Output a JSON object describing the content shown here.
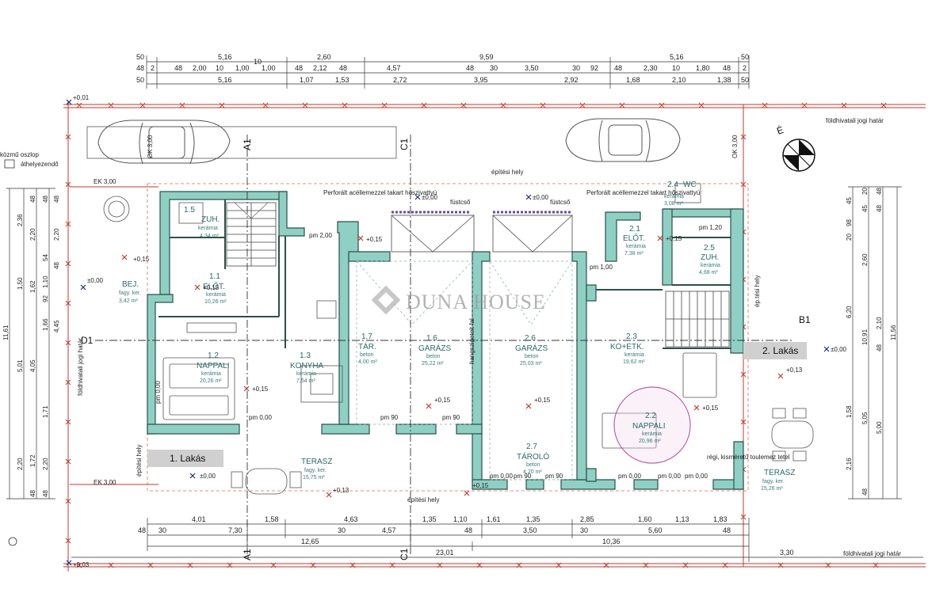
{
  "dims_top": {
    "row1": [
      "50",
      "5,16",
      "2,60",
      "9,59",
      "5,16",
      "50"
    ],
    "row2": [
      "48",
      "2",
      "48",
      "2,00",
      "10",
      "1,00",
      "10",
      "1,00",
      "48",
      "2,12",
      "48",
      "4,57",
      "48",
      "30",
      "3,50",
      "30",
      "92",
      "48",
      "2,30",
      "10",
      "1,80",
      "48",
      "2"
    ],
    "row3": [
      "50",
      "5,16",
      "1,07",
      "1,53",
      "2,72",
      "3,95",
      "2,92",
      "1,68",
      "2,10",
      "1,38",
      "50"
    ]
  },
  "dims_bottom": {
    "row1": [
      "4,01",
      "1,58",
      "4,63",
      "1,35",
      "1,10",
      "1,61",
      "1,35",
      "2,85",
      "1,60",
      "1,13",
      "1,83"
    ],
    "row2": [
      "48",
      "30",
      "7,30",
      "30",
      "4,57",
      "48",
      "3,50",
      "30",
      "5,60",
      "48"
    ],
    "row3": [
      "12,65",
      "10,36"
    ],
    "row4": [
      "23,01",
      "3,30"
    ]
  },
  "dims_left": {
    "outer": [
      "11,61"
    ],
    "col1": [
      "2,36",
      "1,50",
      "5,01",
      "2,20"
    ],
    "col2": [
      "48",
      "2,20",
      "1,62",
      "4,05",
      "1,72",
      "48"
    ],
    "col3": [
      "48",
      "54",
      "1,10",
      "92",
      "1,66",
      "1,71",
      "2,20",
      "48"
    ],
    "col4": [
      "48",
      "2,20",
      "48",
      "4,45"
    ]
  },
  "dims_right": {
    "outer": [
      "11,56"
    ],
    "col1": [
      "45",
      "98",
      "20",
      "6,20",
      "1,58",
      "2,16"
    ],
    "col2": [
      "20",
      "45",
      "2,60",
      "10,91",
      "5,05",
      "48"
    ],
    "col3": [
      "48",
      "48",
      "2,10",
      "48",
      "5,00"
    ]
  },
  "axes": {
    "A1": "A1",
    "B1": "B1",
    "C1": "C1",
    "D1": "D1"
  },
  "levels": {
    "top_left": "+0,01",
    "bottom_left": "+0,03",
    "left_pm": "±0,00",
    "right_pm": "±0,00",
    "garage1": "±0,00",
    "garage2": "±0,00",
    "bel": "+0,15",
    "elot1": "+0,15",
    "nappali1": "+0,15",
    "terasz1": "±0,00",
    "terasz1_b": "+0,13",
    "gar1_b": "+0,15",
    "gar2_b": "+0,15",
    "elot2": "+0,15",
    "nappali2": "+0,15",
    "terasz2": "+0,13",
    "garage_b1": "+0,15",
    "garage_b2": "+0,15"
  },
  "pm_labels": {
    "pm1": "pm 2,00",
    "pm2": "pm 0,00",
    "pm3": "pm 90",
    "pm4": "pm 90",
    "pm5": "pm 0,00",
    "pm6": "pm 0,00",
    "pm7": "pm 90",
    "pm8": "pm 90",
    "pm9": "pm 0,00",
    "pm10": "pm 1,00",
    "pm11": "pm 1,20",
    "pm12": "pm 0,00",
    "pm13": "pm 0,00"
  },
  "rooms": [
    {
      "id": "1.5",
      "name": "ZUH.",
      "sub": "kerámia",
      "area": "4,34 m²"
    },
    {
      "id": "1.1",
      "name": "ELŐT.",
      "sub": "kerámia",
      "area": "10,26 m²"
    },
    {
      "id": "",
      "name": "BEJ.",
      "sub": "fagy. ker.",
      "area": "3,42 m²"
    },
    {
      "id": "1.2",
      "name": "NAPPALI",
      "sub": "kerámia",
      "area": "20,26 m²"
    },
    {
      "id": "1.3",
      "name": "KONYHA",
      "sub": "kerámia",
      "area": "7,54 m²"
    },
    {
      "id": "1.7",
      "name": "TÁR.",
      "sub": "beton",
      "area": "4,00 m²"
    },
    {
      "id": "1.6",
      "name": "GARÁZS",
      "sub": "beton",
      "area": "25,22 m²"
    },
    {
      "id": "2.6",
      "name": "GARÁZS",
      "sub": "beton",
      "area": "25,03 m²"
    },
    {
      "id": "2.7",
      "name": "TÁROLÓ",
      "sub": "beton",
      "area": "4,20 m²"
    },
    {
      "id": "2.1",
      "name": "ELŐT.",
      "sub": "kerámia",
      "area": "7,38 m²"
    },
    {
      "id": "2.5",
      "name": "ZUH.",
      "sub": "kerámia",
      "area": "4,68 m²"
    },
    {
      "id": "2.4",
      "name": "WC",
      "sub": "kerámia",
      "area": "3,08 m²"
    },
    {
      "id": "2.3",
      "name": "KO+ETK.",
      "sub": "kerámia",
      "area": "19,62 m²"
    },
    {
      "id": "2.2",
      "name": "NAPPALI",
      "sub": "kerámia",
      "area": "20,96 m²"
    },
    {
      "id": "",
      "name": "TERASZ",
      "sub": "fagy. ker.",
      "area": "15,75 m²"
    },
    {
      "id": "",
      "name": "TERASZ",
      "sub": "fagy. ker.",
      "area": "15,26 m²"
    }
  ],
  "labels": {
    "lakas1": "1. Lakás",
    "lakas2": "2. Lakás",
    "epitesi_hely_top": "építési hely",
    "epitesi_hely_bottom": "építési hely",
    "epitesi_hely_right": "ép.tési hely",
    "epitesi_hely_left": "építési hely",
    "foldhivatali_top": "földhivatali jogi határ",
    "foldhivatali_bottom": "földhivatali jogi határ",
    "foldhivatali_left": "földhivatali jogi határ",
    "ek_top": "EK 3,00",
    "ek_bottom": "EK 3,00",
    "ok_left": "OK 3,00",
    "ok_right": "OK 3,00",
    "north": "É",
    "fust1": "füstcső",
    "fust2": "füstcső",
    "perf1": "Perforált acéllemezzel takart hőszivattyú",
    "perf2": "Perforált acéllemezzel takart hőszivattyú",
    "kozm": "közmű oszlop",
    "athelyez": "áthelyezendő",
    "regi": "régi, kisméretű toulemez tetel",
    "ceruza": "hangszigetelt fal"
  },
  "watermark": "DUNA HOUSE",
  "colors": {
    "wall_fill": "#8fd0c4",
    "wall_stroke": "#2d4f4a",
    "dim_line": "#333333",
    "red_line": "#c0392b",
    "room_text": "#2a6a6a",
    "circle": "#c056b0",
    "watermark": "#9a9a9a"
  }
}
